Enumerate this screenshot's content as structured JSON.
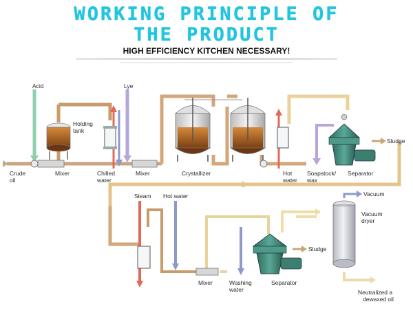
{
  "header": {
    "title_line1": "WORKING PRINCIPLE OF",
    "title_line2": "THE PRODUCT",
    "subtitle": "HIGH EFFICIENCY KITCHEN NECESSARY!"
  },
  "labels": {
    "acid": "Acid",
    "lye": "Lye",
    "crude": "Crude",
    "oil": "oil",
    "mixer1": "Mixer",
    "holding1": "Holding",
    "holding2": "tank",
    "chilled1": "Chilled",
    "chilled2": "water",
    "mixer2": "Mixer",
    "crystallizer": "Crystallizer",
    "hot1": "Hot",
    "hot2": "water",
    "soapstock1": "Soapstock/",
    "soapstock2": "wax",
    "separator1": "Separator",
    "sludge1": "Sludge",
    "steam": "Steam",
    "hotwater2": "Hot water",
    "vacuum": "Vacuum",
    "vacdryer1": "Vacuum",
    "vacdryer2": "dryer",
    "sludge2": "Sludge",
    "mixer3": "Mixer",
    "washing1": "Washing",
    "washing2": "water",
    "separator2": "Separator",
    "neutral1": "Neutralized a",
    "neutral2": "dewaxed oil"
  },
  "colors": {
    "title": "#1fc6e0",
    "oil_pipe": "#c99a6a",
    "oil_pipe_light": "#efd9a8",
    "acid_pipe": "#8fcfb0",
    "lye_pipe": "#b7a6d8",
    "cold_pipe": "#8c99c9",
    "hot_pipe": "#e06a5a",
    "separator_body": "#3e8c7c"
  }
}
